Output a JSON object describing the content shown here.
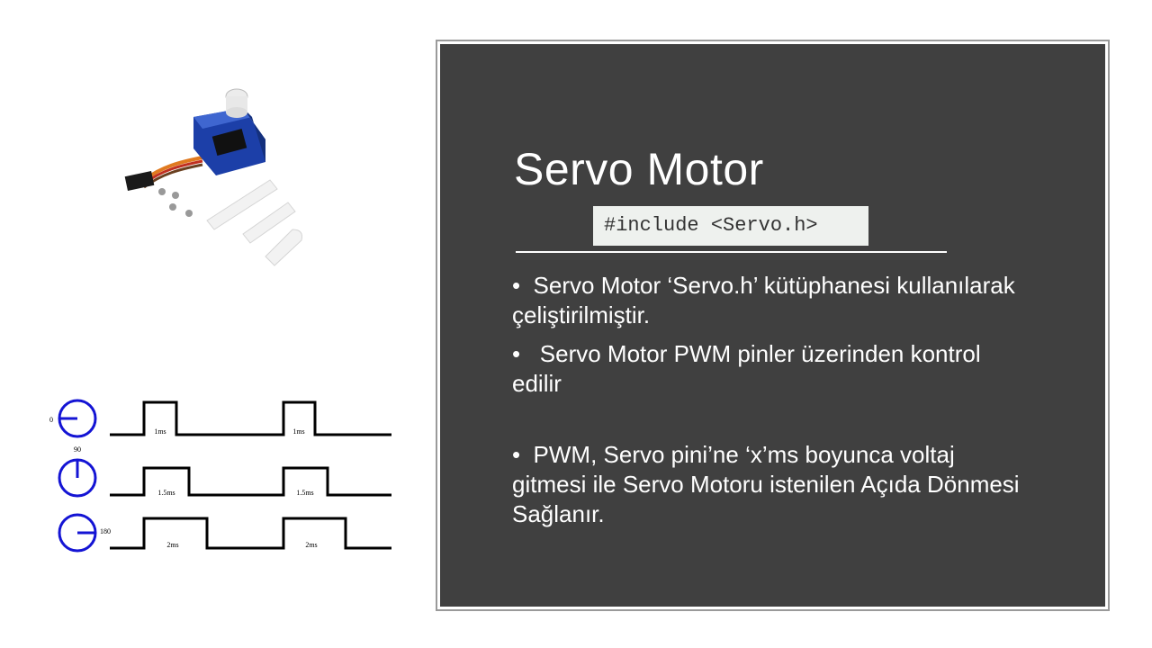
{
  "panel": {
    "title": "Servo Motor",
    "code": "#include <Servo.h>",
    "bullets": [
      "•  Servo Motor ‘Servo.h’ kütüphanesi kullanılarak çeliştirilmiştir.",
      "•   Servo Motor PWM pinler üzerinden kontrol edilir",
      "•  PWM, Servo pini’ne ‘x’ms boyunca voltaj gitmesi ile Servo Motoru istenilen Açıda Dönmesi Sağlanır."
    ]
  },
  "pwm_diagram": {
    "rows": [
      {
        "angle": "0",
        "pulse": "1ms"
      },
      {
        "angle": "90",
        "pulse": "1.5ms"
      },
      {
        "angle": "180",
        "pulse": "2ms"
      }
    ]
  },
  "colors": {
    "panel_bg": "#404040",
    "panel_border": "#9a9a9a",
    "dial_blue": "#1414d4",
    "servo_blue": "#1c3fa8"
  },
  "icons": {
    "servo_image": "servo-motor-photo",
    "dials": "angle-dial-icon"
  }
}
